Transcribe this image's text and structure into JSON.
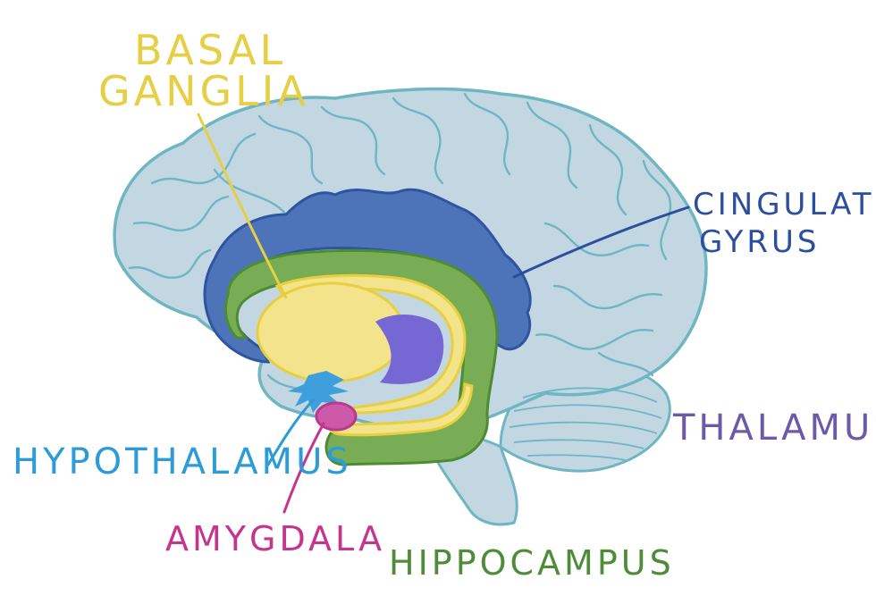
{
  "labels": {
    "basal_ganglia_line1": "BASAL",
    "basal_ganglia_line2": "GANGLIA",
    "cingulate_gyrus_line1": "CINGULATE",
    "cingulate_gyrus_line2": "GYRUS",
    "thalamus": "THALAMUS",
    "hypothalamus": "HYPOTHALAMUS",
    "amygdala": "AMYGDALA",
    "hippocampus": "HIPPOCAMPUS"
  },
  "colors": {
    "background": "#ffffff",
    "brain_fill": "#c3d7e3",
    "brain_outline": "#6fb6c2",
    "cingulate": "#4d73b8",
    "cingulate_dark": "#2f55a0",
    "basal_ganglia": "#f3e38a",
    "basal_outline": "#e7cf3f",
    "thalamus": "#7568d4",
    "hypothalamus": "#3f9fdc",
    "amygdala": "#cc5aa8",
    "amygdala_dark": "#b83a8c",
    "hippocampus": "#79ad55",
    "hippocampus_dark": "#4d8c33",
    "label_basal": "#e6cf45",
    "label_cingulate": "#2b4f9c",
    "label_thalamus": "#6b5aa8",
    "label_hypothalamus": "#2c9bd6",
    "label_amygdala": "#c4358c",
    "label_hippocampus": "#4f8c3a"
  },
  "icons": [
    "brain-illustration"
  ]
}
